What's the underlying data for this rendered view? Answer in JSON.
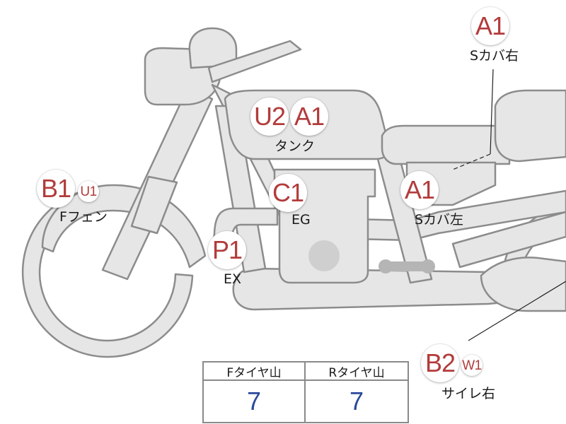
{
  "colors": {
    "bike_fill": "#e6e6e6",
    "bike_stroke": "#8c8c8c",
    "badge_text": "#b33b3b",
    "tread_value": "#2b4a9a"
  },
  "parts": {
    "s_cover_right": {
      "codes": [
        "A1"
      ],
      "label": "Sカバ右"
    },
    "tank": {
      "codes": [
        "U2",
        "A1"
      ],
      "label": "タンク"
    },
    "front_fender": {
      "codes": [
        "B1"
      ],
      "sub_code": "U1",
      "label": "Fフェン"
    },
    "engine": {
      "codes": [
        "C1"
      ],
      "label": "EG"
    },
    "s_cover_left": {
      "codes": [
        "A1"
      ],
      "label": "Sカバ左"
    },
    "exhaust": {
      "codes": [
        "P1"
      ],
      "label": "EX"
    },
    "side_right": {
      "codes": [
        "B2"
      ],
      "sub_code": "W1",
      "label": "サイレ右"
    }
  },
  "tread_table": {
    "headers": [
      "Fタイヤ山",
      "Rタイヤ山"
    ],
    "values": [
      "7",
      "7"
    ]
  }
}
